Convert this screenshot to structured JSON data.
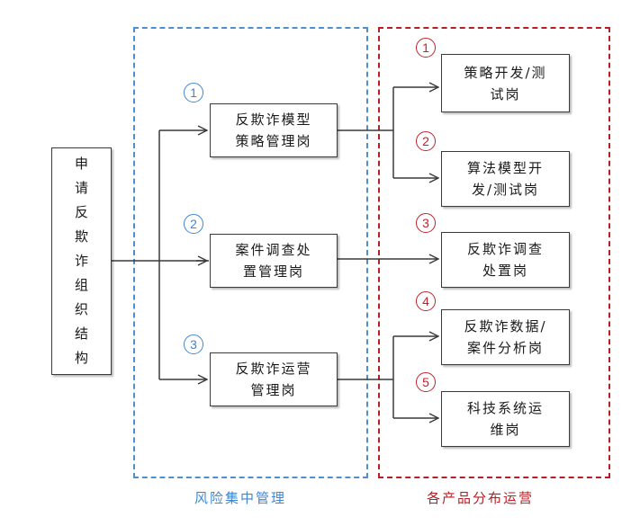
{
  "colors": {
    "risk_group": "#4f8fd0",
    "product_group": "#b51f25",
    "connector": "#3a3a3a"
  },
  "root": {
    "label": "申请反欺诈组织结构"
  },
  "risk_group": {
    "caption": "风险集中管理",
    "roles": [
      {
        "number": "1",
        "label": "反欺诈模型\n策略管理岗"
      },
      {
        "number": "2",
        "label": "案件调查处\n置管理岗"
      },
      {
        "number": "3",
        "label": "反欺诈运营\n管理岗"
      }
    ]
  },
  "product_group": {
    "caption": "各产品分布运营",
    "roles": [
      {
        "number": "1",
        "label": "策略开发/测\n试岗"
      },
      {
        "number": "2",
        "label": "算法模型开\n发/测试岗"
      },
      {
        "number": "3",
        "label": "反欺诈调查\n处置岗"
      },
      {
        "number": "4",
        "label": "反欺诈数据/\n案件分析岗"
      },
      {
        "number": "5",
        "label": "科技系统运\n维岗"
      }
    ]
  }
}
